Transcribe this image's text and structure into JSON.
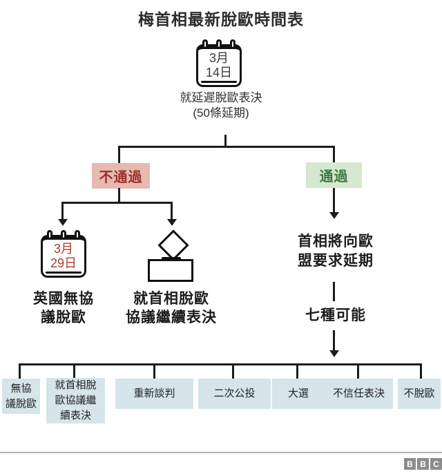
{
  "title": "梅首相最新脫歐時間表",
  "colors": {
    "line": "#1c1c1c",
    "fail_bg": "#e6b9b3",
    "fail_text": "#9c3127",
    "pass_bg": "#d6e8cf",
    "pass_text": "#3a7a3f",
    "outcome_bg": "#d5e5ea",
    "calendar_red": "#b13a2c",
    "divider": "#b3b3b3",
    "bbc_gray": "#8c8c8c"
  },
  "root": {
    "calendar": {
      "month": "3月",
      "day": "14日"
    },
    "caption": [
      "就延遲脫歐表決",
      "(50條延期)"
    ]
  },
  "branch_fail": {
    "label": "不通過"
  },
  "branch_pass": {
    "label": "通過"
  },
  "fail": {
    "no_deal": {
      "calendar": {
        "month": "3月",
        "day": "29日"
      },
      "label": [
        "英國無協",
        "議脫歐"
      ]
    },
    "revote": {
      "label": [
        "就首相脫歐",
        "協議繼續表決"
      ]
    }
  },
  "pass": {
    "request": [
      "首相將向歐",
      "盟要求延期"
    ],
    "possibilities": "七種可能"
  },
  "outcomes": [
    {
      "lines": [
        "無協",
        "議脫歐"
      ]
    },
    {
      "lines": [
        "就首相脫",
        "歐協議繼",
        "續表決"
      ]
    },
    {
      "lines": [
        "重新談判"
      ]
    },
    {
      "lines": [
        "二次公投"
      ]
    },
    {
      "lines": [
        "大選"
      ]
    },
    {
      "lines": [
        "不信任表決"
      ]
    },
    {
      "lines": [
        "不脫歐"
      ]
    }
  ],
  "footer": {
    "logo_letters": [
      "B",
      "B",
      "C"
    ]
  }
}
